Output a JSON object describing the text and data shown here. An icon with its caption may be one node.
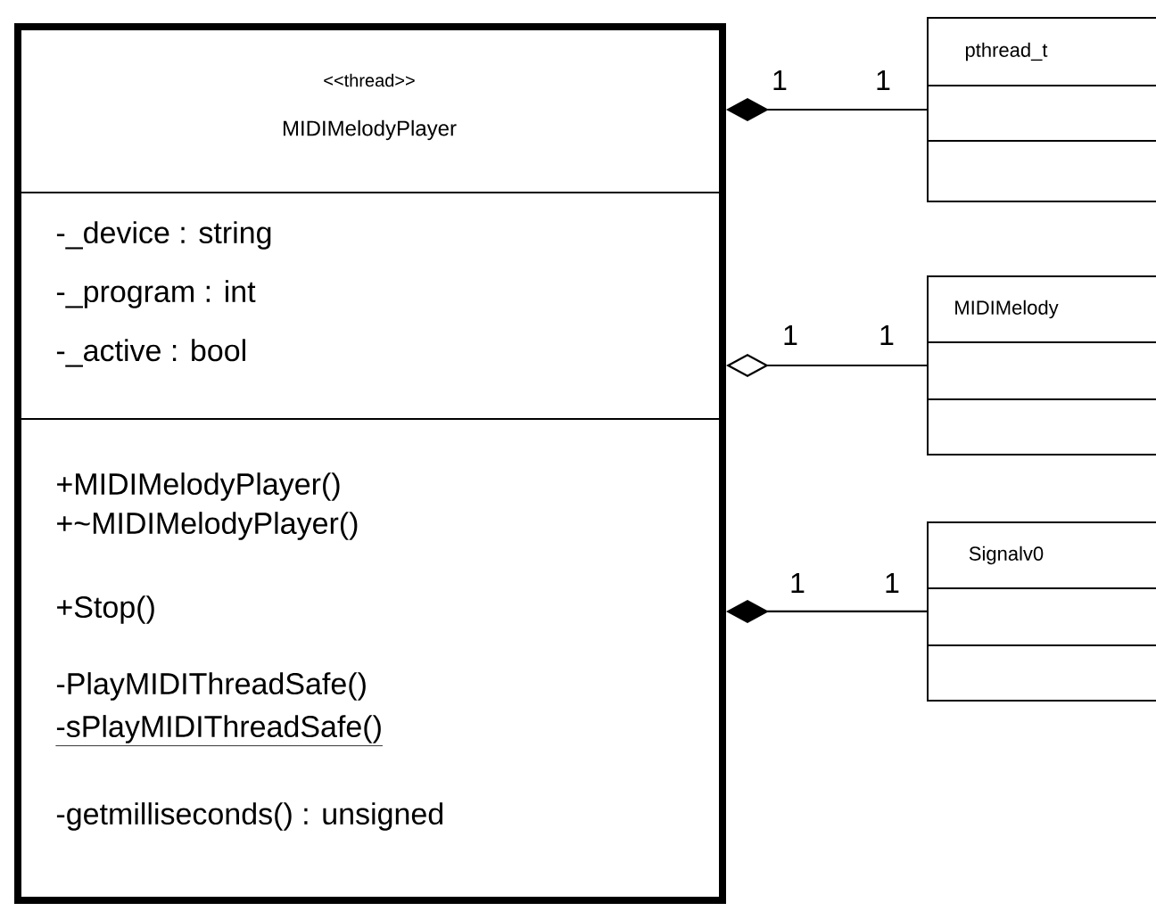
{
  "diagram": {
    "nodes": [
      {
        "text": [
          "<<thread>>",
          "MIDIMelodyPlayer",
          "-_device : string",
          "-_program : int",
          "-_active : bool",
          "+MIDIMelodyPlayer()",
          "+~MIDIMelodyPlayer()",
          "+Stop()",
          "-PlayMIDIThreadSafe()",
          "-sPlayMIDIThreadSafe()",
          "-getmilliseconds() : unsigned"
        ]
      },
      {
        "text": [
          "pthread_t"
        ]
      },
      {
        "text": [
          "MIDIMelody"
        ]
      },
      {
        "text": [
          "Signalv0"
        ]
      }
    ],
    "edges": [
      {
        "from": 0,
        "to": 1,
        "arrow": "other"
      },
      {
        "from": 0,
        "to": 2,
        "arrow": "other"
      },
      {
        "from": 0,
        "to": 3,
        "arrow": "other"
      }
    ],
    "labels": [
      "1",
      "1",
      "1",
      "1",
      "1",
      "1"
    ]
  }
}
